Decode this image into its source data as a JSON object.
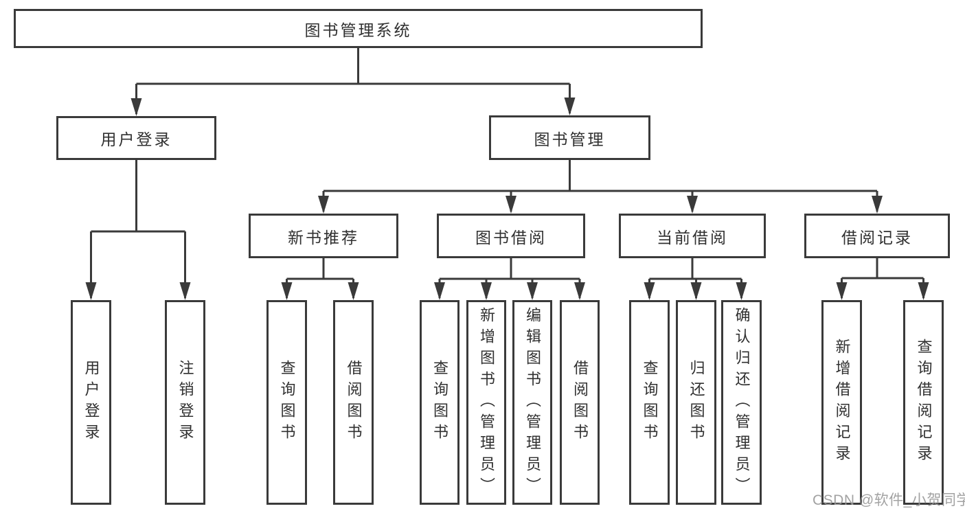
{
  "tree": {
    "root": {
      "label": "图书管理系统",
      "children": [
        {
          "label": "用户登录",
          "children": [
            {
              "label": "用户登录"
            },
            {
              "label": "注销登录"
            }
          ]
        },
        {
          "label": "图书管理",
          "children": [
            {
              "label": "新书推荐",
              "children": [
                {
                  "label": "查询图书"
                },
                {
                  "label": "借阅图书"
                }
              ]
            },
            {
              "label": "图书借阅",
              "children": [
                {
                  "label": "查询图书"
                },
                {
                  "label": "新增图书（管理员）"
                },
                {
                  "label": "编辑图书（管理员）"
                },
                {
                  "label": "借阅图书"
                }
              ]
            },
            {
              "label": "当前借阅",
              "children": [
                {
                  "label": "查询图书"
                },
                {
                  "label": "归还图书"
                },
                {
                  "label": "确认归还（管理员）"
                }
              ]
            },
            {
              "label": "借阅记录",
              "children": [
                {
                  "label": "新增借阅记录"
                },
                {
                  "label": "查询借阅记录"
                }
              ]
            }
          ]
        }
      ]
    }
  },
  "watermark": {
    "text": "CSDN @软件_小贺同学"
  },
  "colors": {
    "line": "#3a3a3a",
    "text": "#303030",
    "watermark": "#989898",
    "background": "#ffffff"
  }
}
